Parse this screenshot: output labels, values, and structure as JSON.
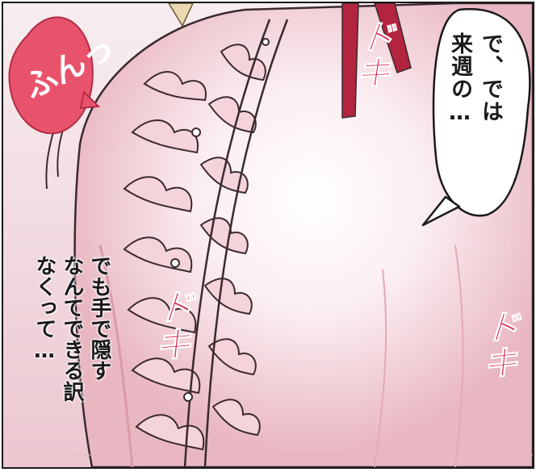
{
  "speech_bubble": {
    "text": "で、では\n来週の…"
  },
  "pink_bubble": {
    "text": "ふんっ"
  },
  "narration": {
    "text": "でも手で隠す\nなんてできる訳\nなくって…"
  },
  "sound_effects": [
    "ドキ",
    "ドキ",
    "ドキ"
  ],
  "colors": {
    "sfx": "#d8244f",
    "pink_bubble": "#e8536b",
    "dress": "#f2c6cf",
    "ribbon": "#b3243f"
  }
}
